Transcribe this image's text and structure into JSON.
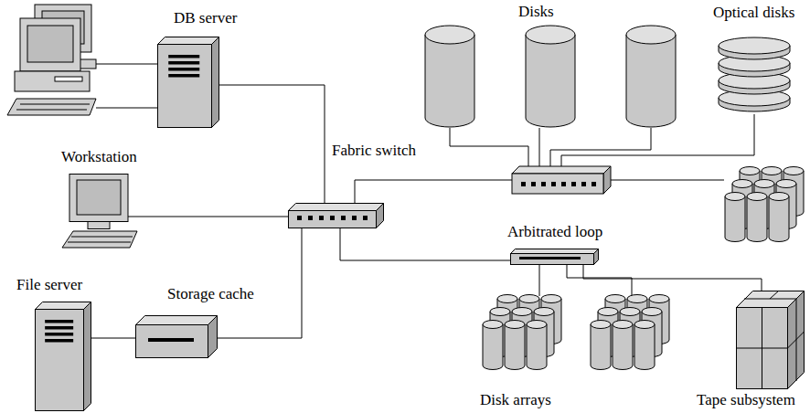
{
  "diagram": {
    "nodes": [
      {
        "text": [
          "DB server"
        ]
      },
      {
        "text": [
          "Workstation"
        ]
      },
      {
        "text": [
          "Fabric switch"
        ]
      },
      {
        "text": [
          "File server"
        ]
      },
      {
        "text": [
          "Storage cache"
        ]
      },
      {
        "text": [
          "Disks"
        ]
      },
      {
        "text": [
          "Optical disks"
        ]
      },
      {
        "text": [
          "Arbitrated loop"
        ]
      },
      {
        "text": [
          "Disk arrays"
        ]
      },
      {
        "text": [
          "Tape subsystem"
        ]
      }
    ],
    "edges": [
      {
        "from": 0,
        "to": 2,
        "arrow": "none"
      },
      {
        "from": 1,
        "to": 2,
        "arrow": "none"
      },
      {
        "from": 3,
        "to": 4,
        "arrow": "none"
      },
      {
        "from": 4,
        "to": 2,
        "arrow": "none"
      },
      {
        "from": 2,
        "to": 7,
        "arrow": "none"
      },
      {
        "from": 7,
        "to": 8,
        "arrow": "none"
      },
      {
        "from": 7,
        "to": 9,
        "arrow": "none"
      }
    ]
  }
}
